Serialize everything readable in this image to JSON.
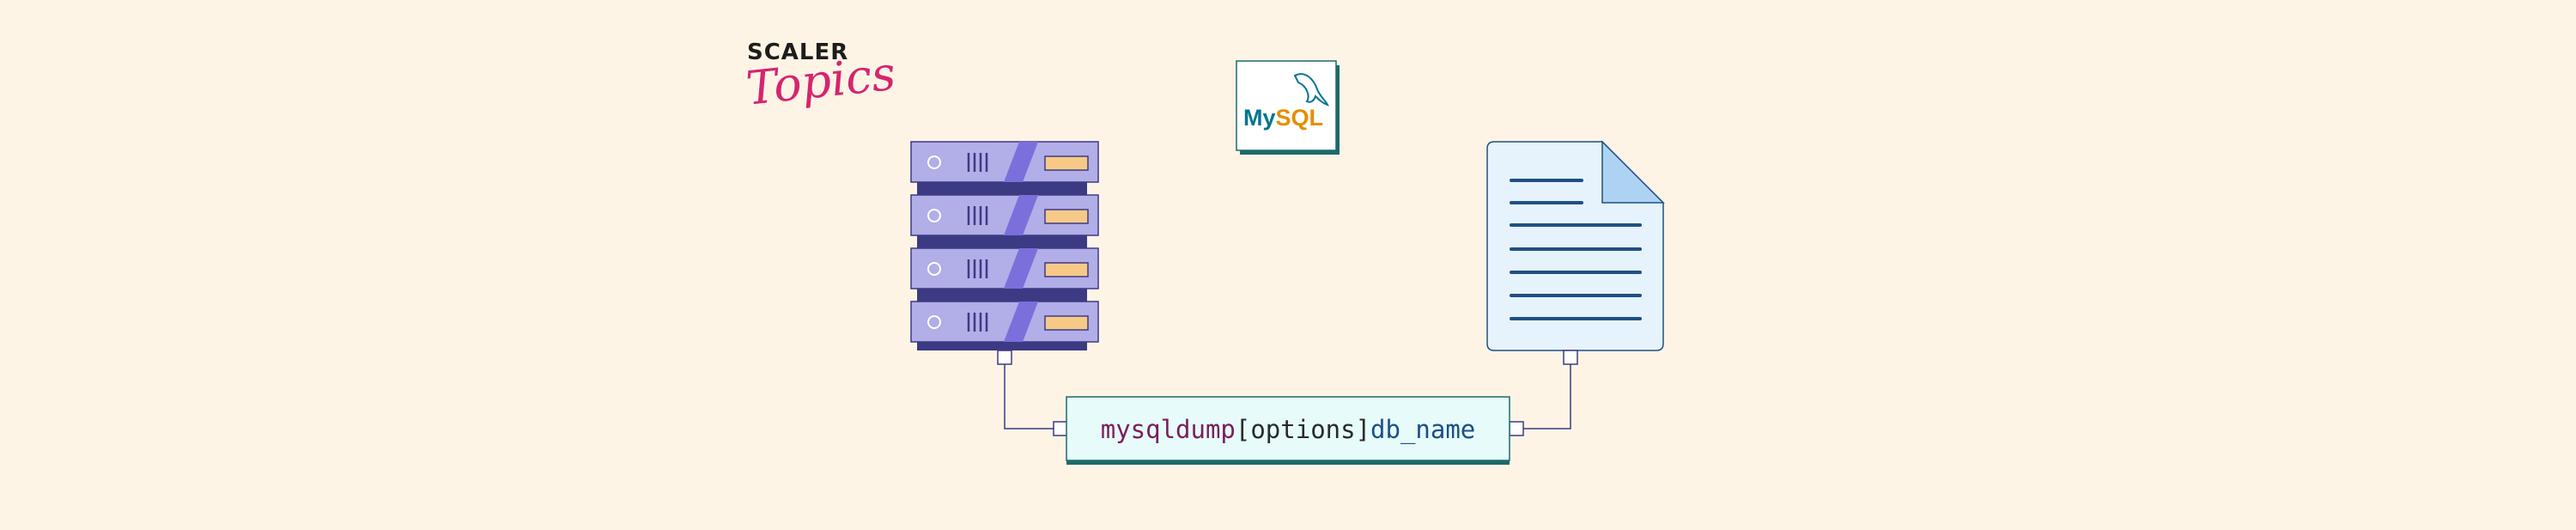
{
  "brand": {
    "top": "SCALER",
    "script": "Topics"
  },
  "mysql_logo": {
    "text_my": "My",
    "text_sql": "SQL",
    "color_my": "#00758f",
    "color_sql": "#e48e00"
  },
  "command": {
    "tool": "mysqldump",
    "options": "[options]",
    "db": "db_name"
  },
  "colors": {
    "background": "#fdf4e6",
    "server_body": "#b1aee8",
    "server_base": "#3d3a84",
    "server_stripe": "#7b6fdb",
    "server_led": "#f7c987",
    "document_fill": "#e6f3fc",
    "document_lines": "#1f4f86",
    "command_box": "#e6fbfa",
    "command_shadow": "#1d6a6a"
  }
}
